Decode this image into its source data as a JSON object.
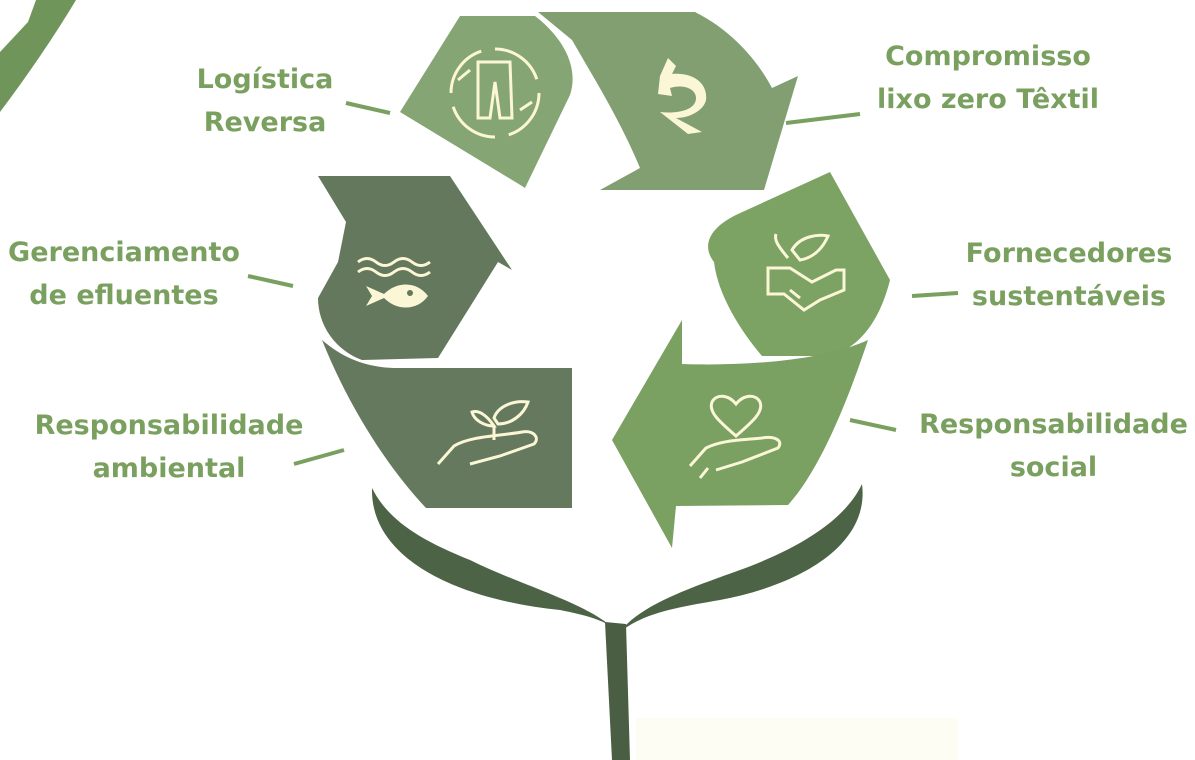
{
  "labels": {
    "logistica_reversa": [
      "Logística",
      "Reversa"
    ],
    "compromisso_lixo_zero": [
      "Compromisso",
      "lixo zero Têxtil"
    ],
    "gerenciamento_efluentes": [
      "Gerenciamento",
      "de efluentes"
    ],
    "fornecedores_sustentaveis": [
      "Fornecedores",
      "sustentáveis"
    ],
    "responsabilidade_ambiental": [
      "Responsabilidade",
      "ambiental"
    ],
    "responsabilidade_social": [
      "Responsabilidade",
      "social"
    ]
  },
  "icons": {
    "logistica_reversa": "clothes-recycle-icon",
    "compromisso_lixo_zero": "return-arrow-icon",
    "gerenciamento_efluentes": "fish-water-icon",
    "fornecedores_sustentaveis": "handshake-leaf-icon",
    "responsabilidade_ambiental": "hand-plant-icon",
    "responsabilidade_social": "hand-heart-icon"
  },
  "colors": {
    "label_text": "#7aa05f",
    "icon_cream": "#fbf6d6",
    "segment_light": "#86a574",
    "segment_mid": "#7b9f63",
    "segment_dark": "#64785d",
    "stem_dark": "#4a5e43"
  }
}
